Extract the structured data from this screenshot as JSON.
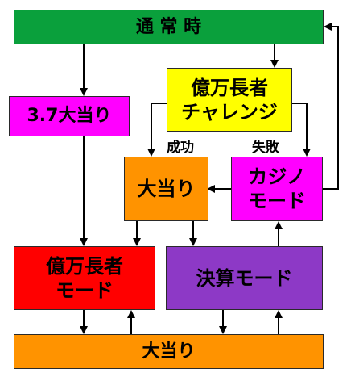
{
  "colors": {
    "normal": "#0aa03c",
    "challenge": "#ffff00",
    "magenta": "#ff00ff",
    "orange": "#ff9300",
    "red": "#ff0000",
    "purple": "#8d39c6",
    "line": "#000000"
  },
  "nodes": {
    "normal_time": "通 常 時",
    "millionaire_challenge": "億万長者\nチャレンジ",
    "jackpot_3_7": "3.7大当り",
    "jackpot_mid": "大当り",
    "casino_mode": "カジノ\nモード",
    "millionaire_mode": "億万長者\nモード",
    "settlement_mode": "決算モード",
    "jackpot_bottom": "大当り"
  },
  "edge_labels": {
    "success": "成功",
    "failure": "失敗"
  }
}
